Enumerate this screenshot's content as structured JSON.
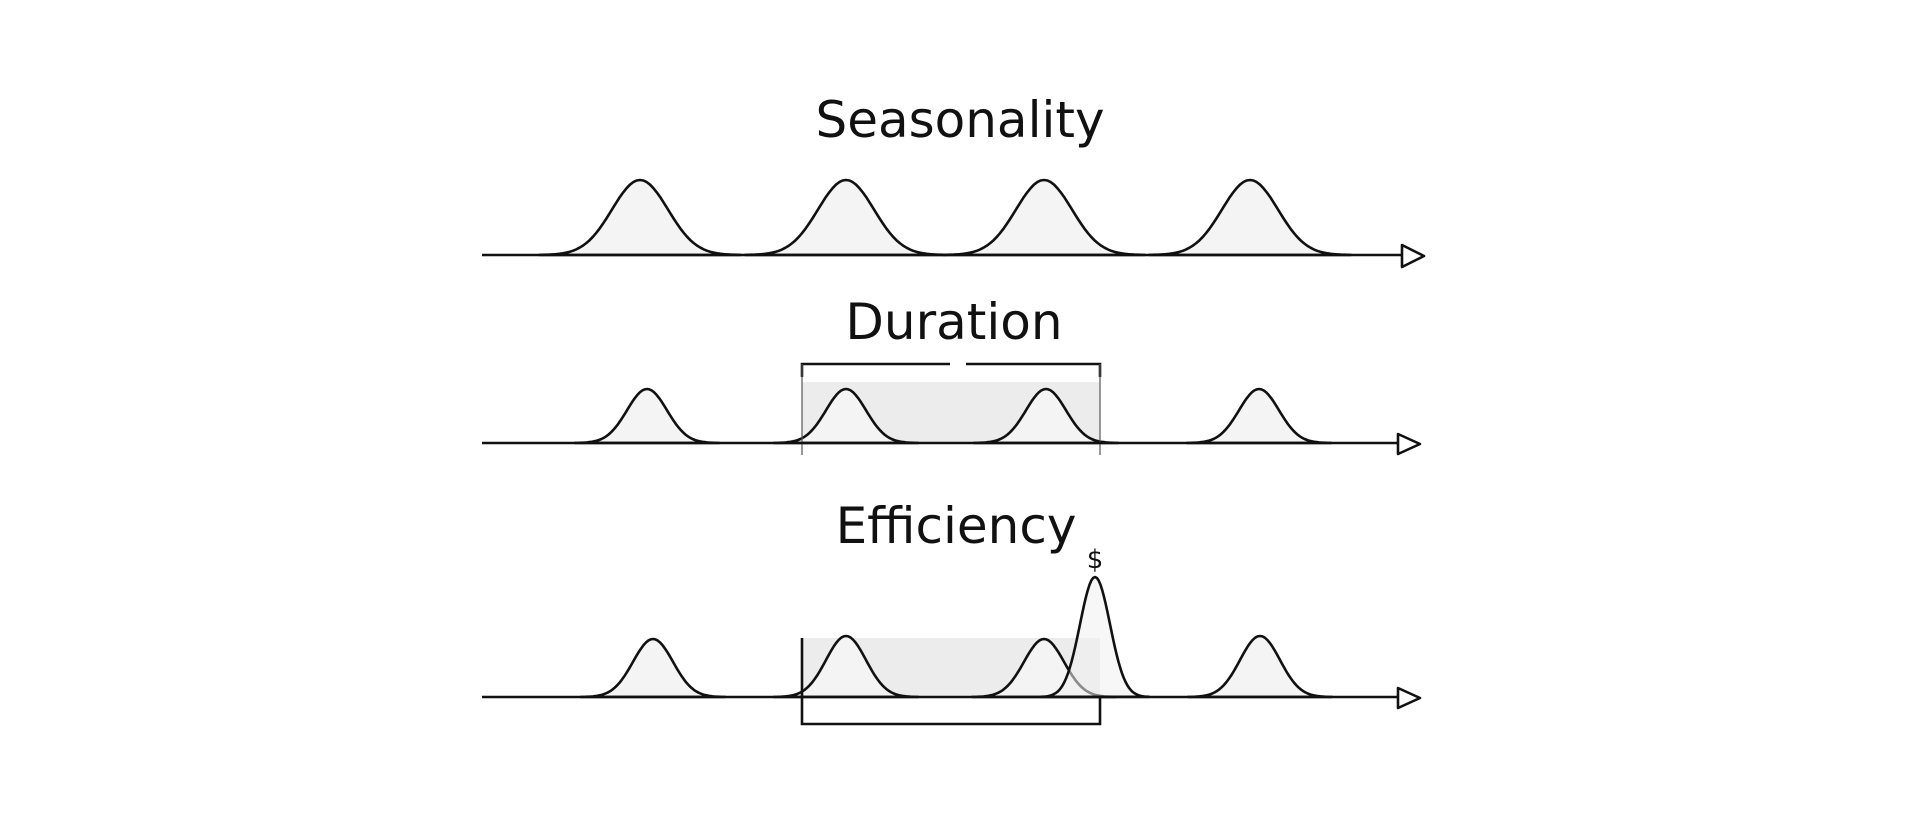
{
  "panels": [
    {
      "title": "Seasonality"
    },
    {
      "title": "Duration"
    },
    {
      "title": "Efficiency",
      "spike_symbol": "$"
    }
  ]
}
